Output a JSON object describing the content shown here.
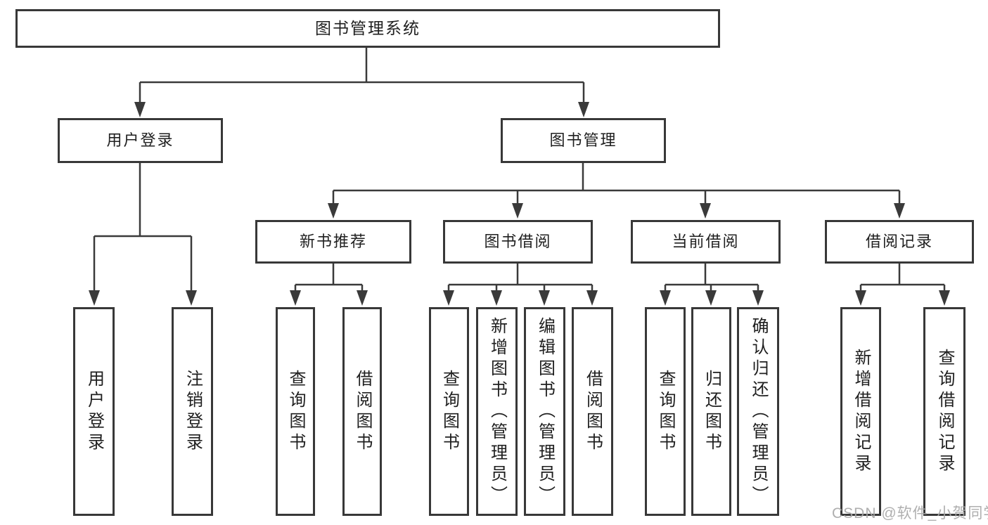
{
  "tree": {
    "root": {
      "label": "图书管理系统"
    },
    "user_login": {
      "label": "用户登录",
      "children": [
        {
          "label": "用户登录"
        },
        {
          "label": "注销登录"
        }
      ]
    },
    "book_management": {
      "label": "图书管理"
    },
    "groups": [
      {
        "label": "新书推荐",
        "children": [
          {
            "label": "查询图书"
          },
          {
            "label": "借阅图书"
          }
        ]
      },
      {
        "label": "图书借阅",
        "children": [
          {
            "label": "查询图书"
          },
          {
            "label": "新增图书（管理员）"
          },
          {
            "label": "编辑图书（管理员）"
          },
          {
            "label": "借阅图书"
          }
        ]
      },
      {
        "label": "当前借阅",
        "children": [
          {
            "label": "查询图书"
          },
          {
            "label": "归还图书"
          },
          {
            "label": "确认归还（管理员）"
          }
        ]
      },
      {
        "label": "借阅记录",
        "children": [
          {
            "label": "新增借阅记录"
          },
          {
            "label": "查询借阅记录"
          }
        ]
      }
    ]
  },
  "watermark": {
    "text": "CSDN @软件_小贺同学"
  },
  "colors": {
    "line": "#3a3a3a",
    "border": "#383838",
    "text": "#1f1f1f",
    "watermark": "#a8a8a8",
    "background": "#ffffff"
  }
}
